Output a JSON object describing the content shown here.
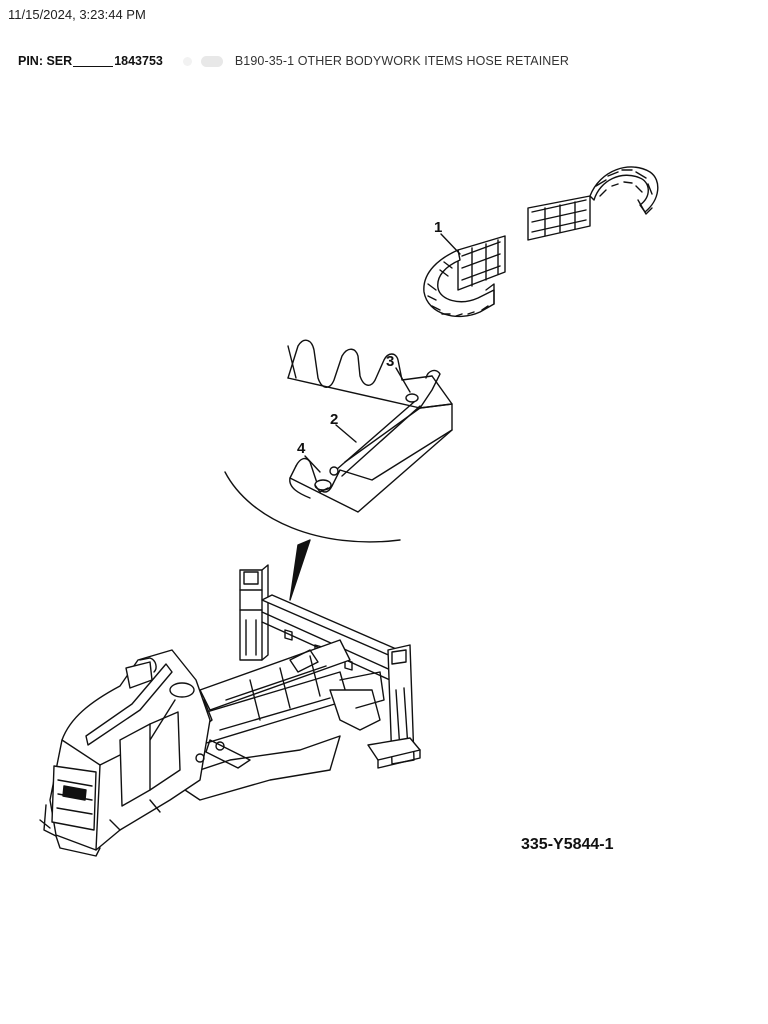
{
  "header": {
    "timestamp": "11/15/2024, 3:23:44 PM",
    "pin_label": "PIN: SER",
    "pin_number": "1843753",
    "title": "B190-35-1 OTHER BODYWORK ITEMS HOSE RETAINER"
  },
  "diagram": {
    "figure_id": "335-Y5844-1",
    "callouts": [
      "1",
      "2",
      "3",
      "4"
    ]
  }
}
